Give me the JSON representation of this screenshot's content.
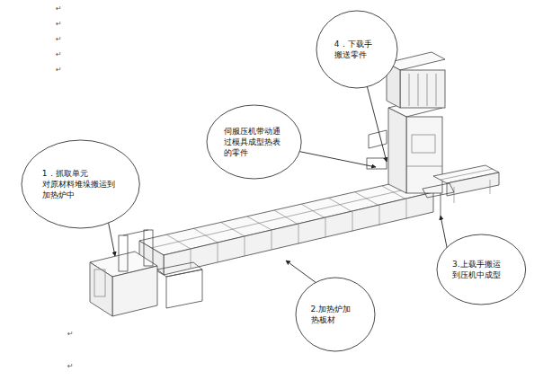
{
  "diagram": {
    "nodes": [
      {
        "text": [
          "4．下载手 搬送零件"
        ]
      },
      {
        "text": [
          "伺服压机带动通 过模具成型热表 的零件"
        ]
      },
      {
        "text": [
          "1．抓取单元 对原材料堆垛搬运到 加热炉中"
        ]
      },
      {
        "text": [
          "3.上载手搬运 到压机中成型"
        ]
      },
      {
        "text": [
          "2.加热炉加 热板材"
        ]
      }
    ],
    "labels": [
      "↵",
      "↵",
      "↵",
      "↵",
      "↵",
      "↵",
      "↵"
    ]
  }
}
